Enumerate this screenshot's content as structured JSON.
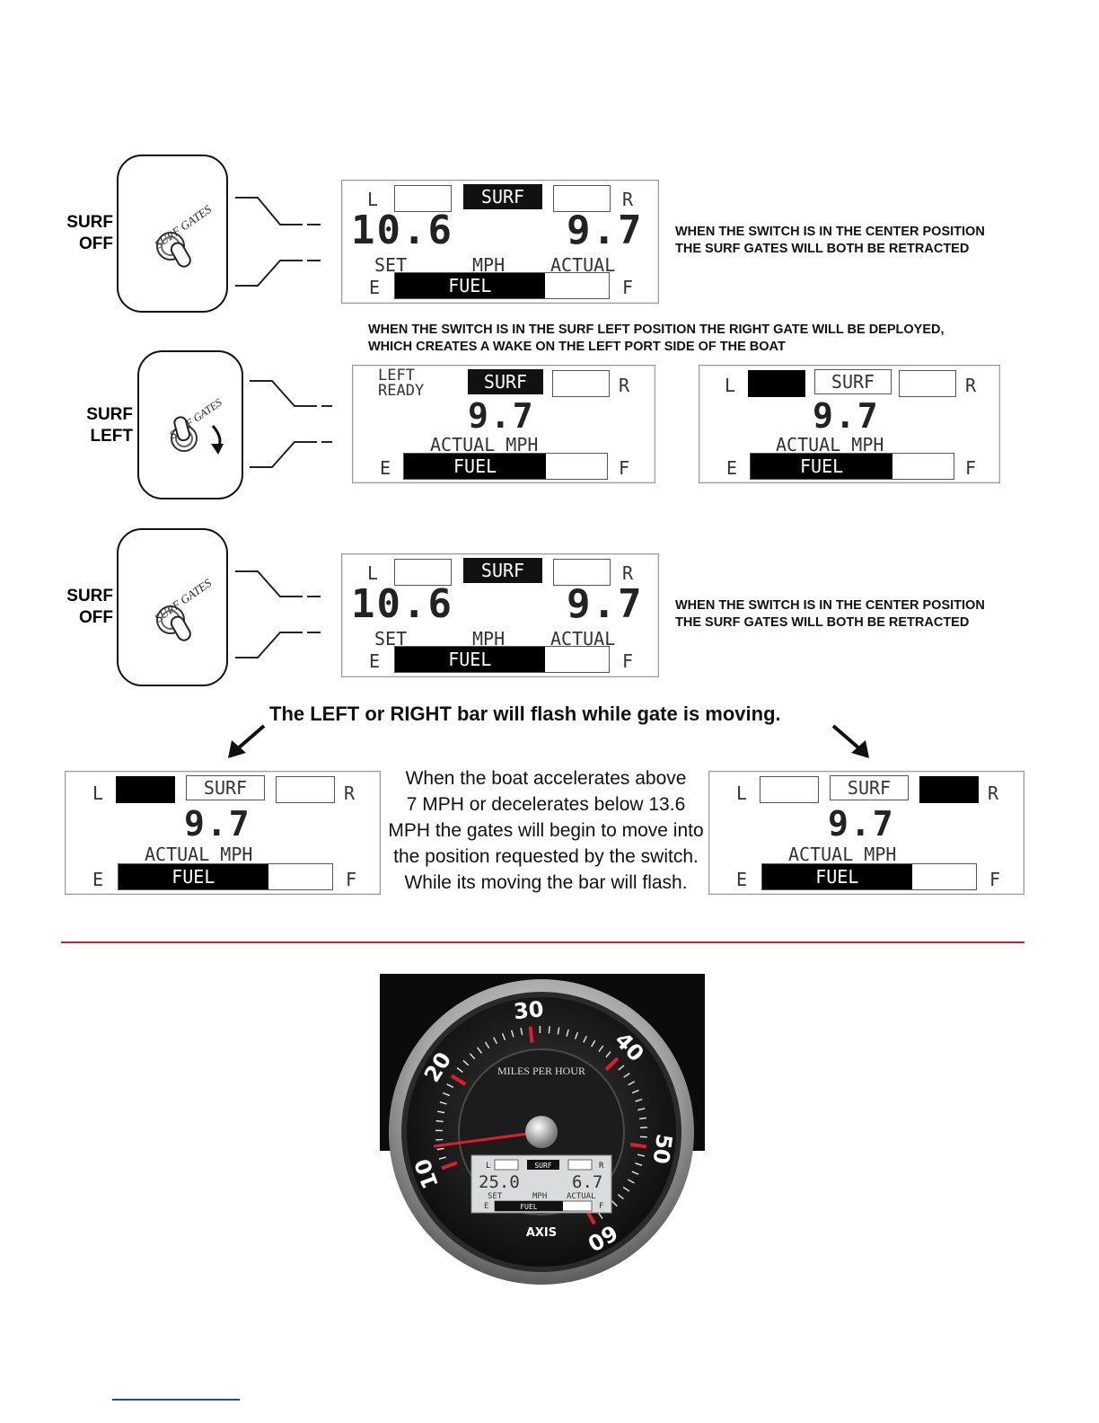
{
  "switch_label": "SURF GATES",
  "states": {
    "off": "SURF\nOFF",
    "left": "SURF\nLEFT"
  },
  "lcd_text": {
    "L": "L",
    "R": "R",
    "E": "E",
    "F": "F",
    "surf": "SURF",
    "fuel": "FUEL",
    "set": "SET",
    "mph": "MPH",
    "actual": "ACTUAL",
    "actual_mph": "ACTUAL MPH",
    "left_ready": "LEFT\nREADY"
  },
  "values": {
    "set_speed": "10.6",
    "actual_speed": "9.7"
  },
  "fuel_level": 0.7,
  "captions": {
    "center_retracted": "WHEN THE SWITCH IS IN THE CENTER POSITION\nTHE SURF GATES WILL BOTH BE RETRACTED",
    "surf_left": "WHEN THE SWITCH IS IN THE SURF LEFT POSITION THE RIGHT GATE WILL BE DEPLOYED,\nWHICH CREATES A WAKE ON THE LEFT PORT SIDE OF THE BOAT"
  },
  "flash_title": "The LEFT or RIGHT bar will flash while gate is moving.",
  "flash_note": "When the boat accelerates above\n7 MPH or decelerates below 13.6\nMPH the gates will begin to move into\nthe position requested by the switch.\nWhile its moving the bar will flash.",
  "gauge": {
    "dial_label": "MILES PER HOUR",
    "scale": [
      "10",
      "20",
      "30",
      "40",
      "50",
      "60"
    ],
    "set_speed": "25.0",
    "actual_speed": "6.7",
    "brand": "AXIS"
  }
}
